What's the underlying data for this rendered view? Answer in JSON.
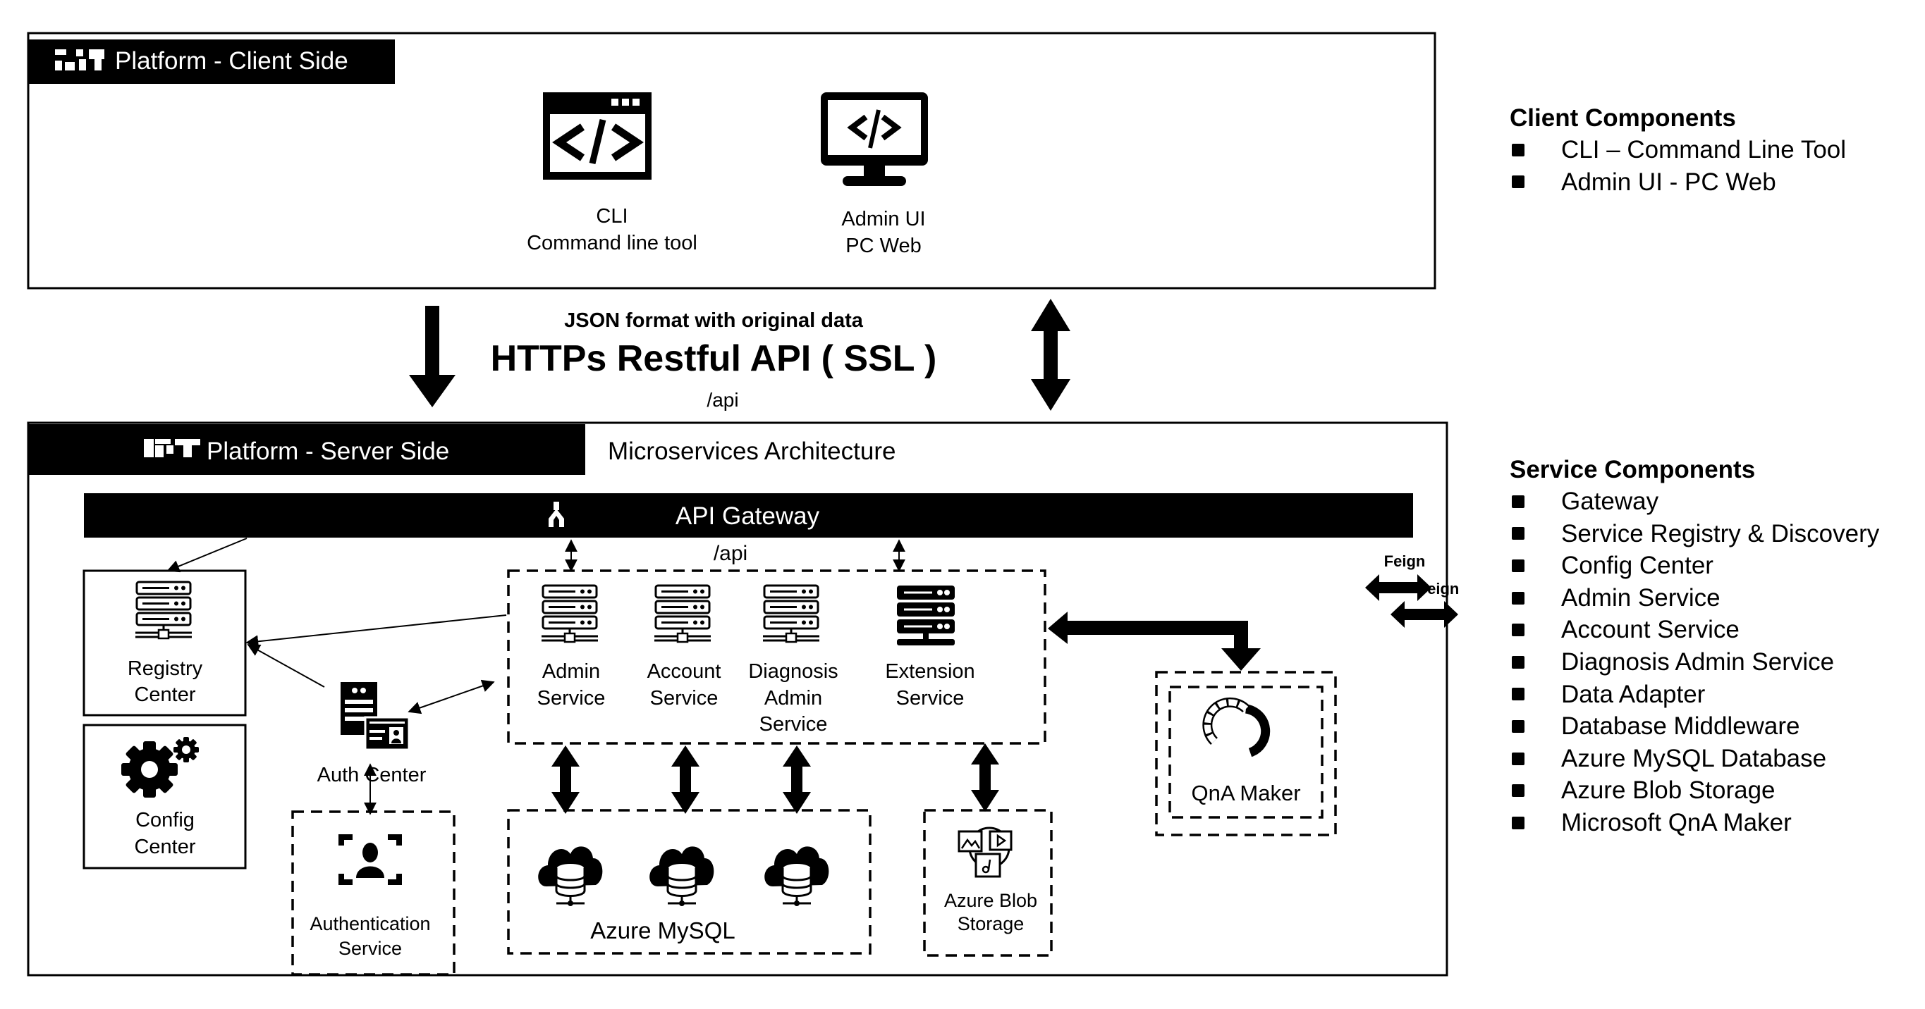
{
  "client": {
    "header": "Platform - Client Side",
    "components": [
      {
        "icon": "code-window-icon",
        "line1": "CLI",
        "line2": "Command line tool"
      },
      {
        "icon": "monitor-code-icon",
        "line1": "Admin UI",
        "line2": "PC Web"
      }
    ]
  },
  "transport": {
    "subtitle": "JSON format with original data",
    "title": "HTTPs Restful API ( SSL )",
    "path": "/api"
  },
  "server": {
    "header": "Platform - Server Side",
    "subheader": "Microservices Architecture",
    "gateway": {
      "label": "API Gateway",
      "path": "/api",
      "icon": "gateway-fork-icon"
    },
    "registry": {
      "line1": "Registry",
      "line2": "Center"
    },
    "config": {
      "line1": "Config",
      "line2": "Center"
    },
    "auth_center": {
      "label": "Auth Center"
    },
    "auth_service": {
      "line1": "Authentication",
      "line2": "Service"
    },
    "services": [
      {
        "lines": [
          "Admin",
          "Service"
        ]
      },
      {
        "lines": [
          "Account",
          "Service"
        ]
      },
      {
        "lines": [
          "Diagnosis",
          "Admin",
          "Service"
        ]
      },
      {
        "lines": [
          "Extension",
          "Service"
        ]
      }
    ],
    "mysql": {
      "label": "Azure MySQL"
    },
    "blob": {
      "line1": "Azure Blob",
      "line2": "Storage"
    },
    "qna": {
      "label": "QnA Maker"
    },
    "feign": {
      "label1": "Feign",
      "label2": "Feign"
    }
  },
  "legend": {
    "client_title": "Client Components",
    "client_items": [
      "CLI – Command Line Tool",
      "Admin UI - PC Web"
    ],
    "service_title": "Service Components",
    "service_items": [
      "Gateway",
      "Service Registry & Discovery",
      "Config Center",
      "Admin Service",
      "Account Service",
      "Diagnosis Admin Service",
      "Data Adapter",
      "Database Middleware",
      "Azure MySQL Database",
      "Azure Blob Storage",
      "Microsoft QnA Maker"
    ]
  }
}
